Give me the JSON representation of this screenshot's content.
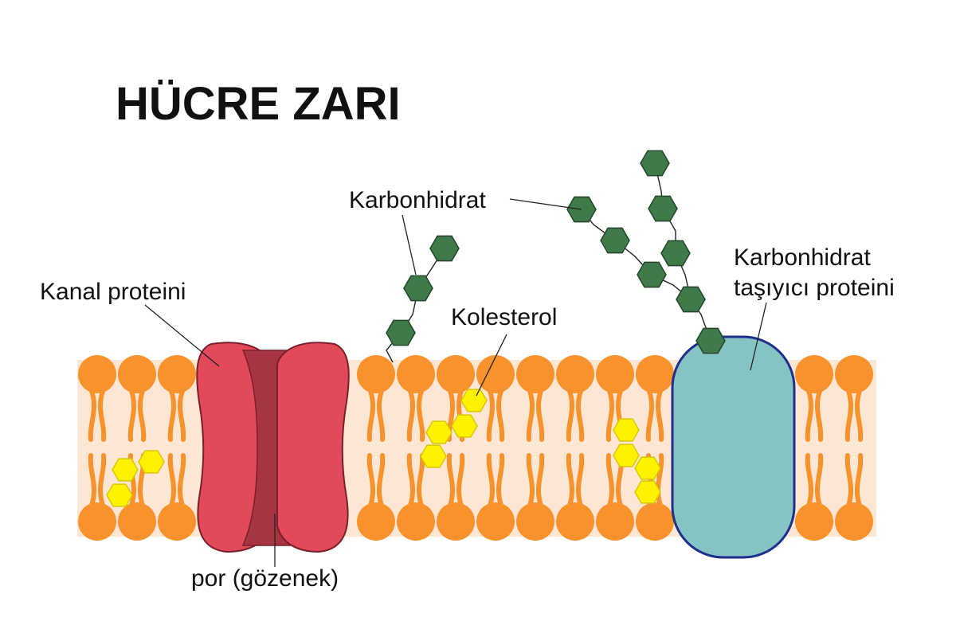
{
  "title": "HÜCRE ZARI",
  "labels": {
    "channel_protein": "Kanal proteini",
    "pore": "por (gözenek)",
    "carbohydrate": "Karbonhidrat",
    "cholesterol": "Kolesterol",
    "carrier_line1": "Karbonhidrat",
    "carrier_line2": "taşıyıcı proteini"
  },
  "colors": {
    "membrane_band": "#fde6d4",
    "phospholipid": "#f7922c",
    "channel_outer": "#e24a5a",
    "channel_pore": "#a63443",
    "carrier_protein": "#86c4c4",
    "carrier_outline": "#1f2f8c",
    "carbohydrate": "#3f7a4b",
    "cholesterol": "#fff200"
  },
  "icons": [
    "phospholipid-head-icon",
    "cholesterol-icon",
    "carbohydrate-hexagon-icon"
  ]
}
